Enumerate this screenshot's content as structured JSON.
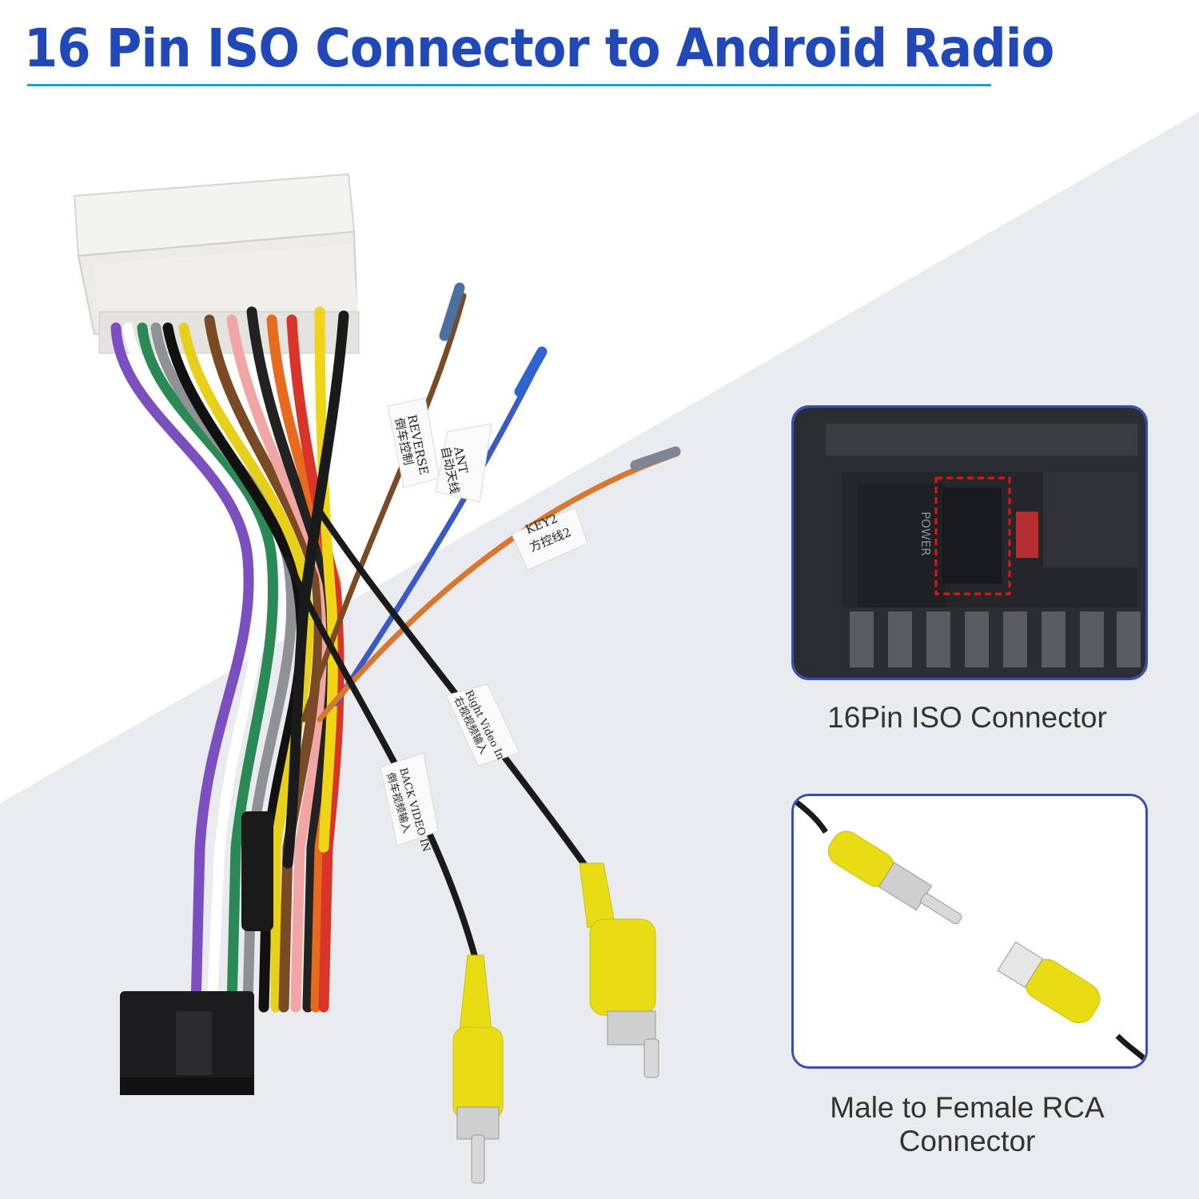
{
  "title": "16 Pin ISO Connector to Android Radio",
  "colors": {
    "title": "#2148b8",
    "rule": "#1fa3c9",
    "inset_border": "#3450b8",
    "rca_yellow": "#e8dd12",
    "background_gray": "#e9ebef"
  },
  "wire_labels": {
    "reverse": {
      "en": "REVERSE",
      "cn": "倒车控制"
    },
    "ant": {
      "en": "ANT",
      "cn": "自动天线"
    },
    "key2": {
      "en": "KEY2",
      "cn": "方控线2"
    },
    "right_video": {
      "en": "Right Video In",
      "cn": "右视视频输入"
    },
    "back_video": {
      "en": "BACK VIDEO IN",
      "cn": "倒车视频输入"
    }
  },
  "panels": {
    "iso_connector": {
      "caption": "16Pin ISO Connector",
      "port_label": "POWER"
    },
    "rca_connector": {
      "caption_line1": "Male to Female RCA",
      "caption_line2": "Connector"
    }
  }
}
